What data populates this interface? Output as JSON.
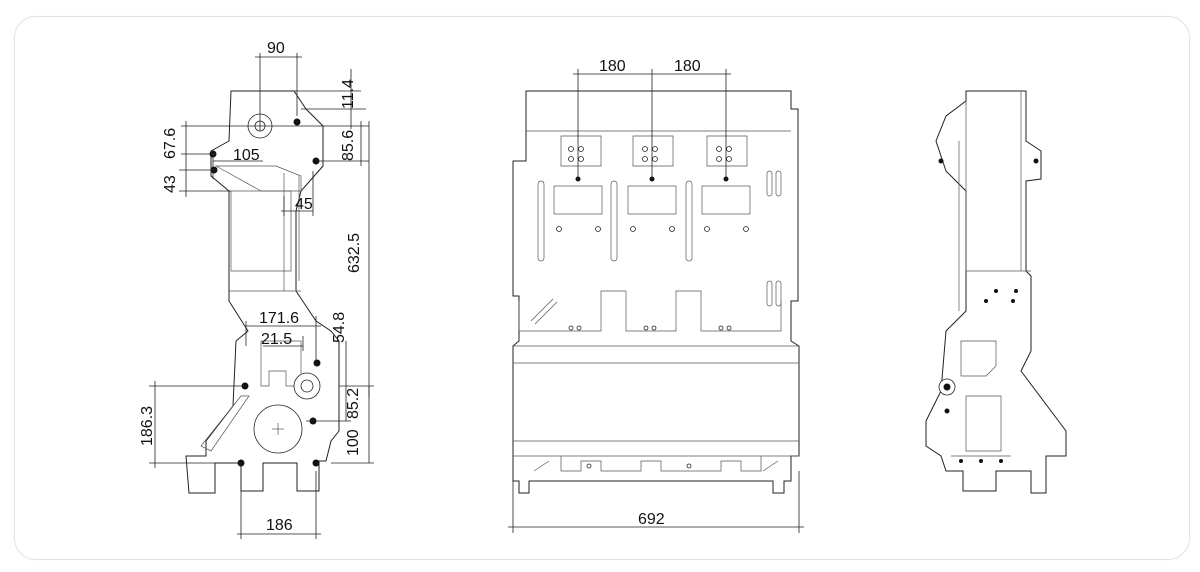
{
  "drawing": {
    "side_left": {
      "dimensions": {
        "width_top": "90",
        "d_11_4": "11.4",
        "d_67_6": "67.6",
        "d_105": "105",
        "d_85_6": "85.6",
        "d_43": "43",
        "d_45": "45",
        "d_632_5": "632.5",
        "d_171_6": "171.6",
        "d_54_8": "54.8",
        "d_21_5": "21.5",
        "d_85_2": "85.2",
        "d_186_3": "186.3",
        "d_100": "100",
        "width_bottom": "186"
      }
    },
    "front": {
      "dimensions": {
        "pitch_left": "180",
        "pitch_right": "180",
        "overall_width": "692"
      }
    },
    "side_right": {}
  },
  "colors": {
    "line": "#222222",
    "card_border": "#e3e3e3",
    "background": "#ffffff"
  }
}
